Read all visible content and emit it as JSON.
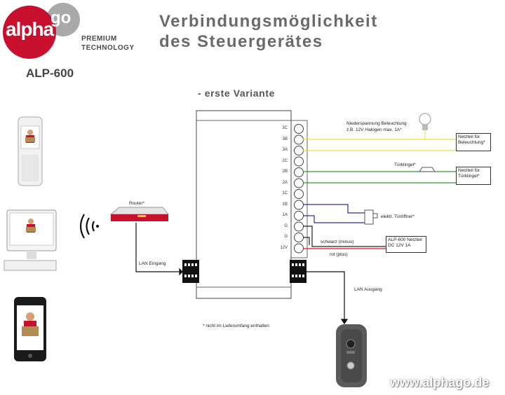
{
  "logo": {
    "word": "alpha",
    "go": "go",
    "line1": "PREMIUM",
    "line2": "TECHNOLOGY"
  },
  "model": "ALP-600",
  "title_line1": "Verbindungsmöglichkeit",
  "title_line2": "des Steuergerätes",
  "variant": "- erste Variante",
  "terminals": [
    "3C",
    "3B",
    "3A",
    "2C",
    "2B",
    "2A",
    "1C",
    "1B",
    "1A",
    "G",
    "G",
    "12V"
  ],
  "labels": {
    "light": "Niederspannung Beleuchtung",
    "light_detail": "z.B. 12V Halogen max. 1A*",
    "psu_light_1": "Netzteil für",
    "psu_light_2": "Beleuchtung*",
    "bell": "Türklingel*",
    "psu_bell_1": "Netzteil für",
    "psu_bell_2": "Türklingel*",
    "opener": "elektr. Türöffner*",
    "psu_main_1": "ALP-600 Netzteil",
    "psu_main_2": "DC 12V 1A",
    "black": "schwarz (minus)",
    "red": "rot (plus)",
    "router": "Router*",
    "lan_in": "LAN Eingang",
    "lan_out": "LAN Ausgang",
    "footnote": "* nicht im Lieferumfang enthalten"
  },
  "website": "www.alphago.de",
  "colors": {
    "logo_red": "#c8102e",
    "logo_gray": "#a9a9a9",
    "yellow": "#e8e030",
    "green": "#2f9a3a",
    "blue": "#2d2d8f",
    "red": "#d01818"
  }
}
